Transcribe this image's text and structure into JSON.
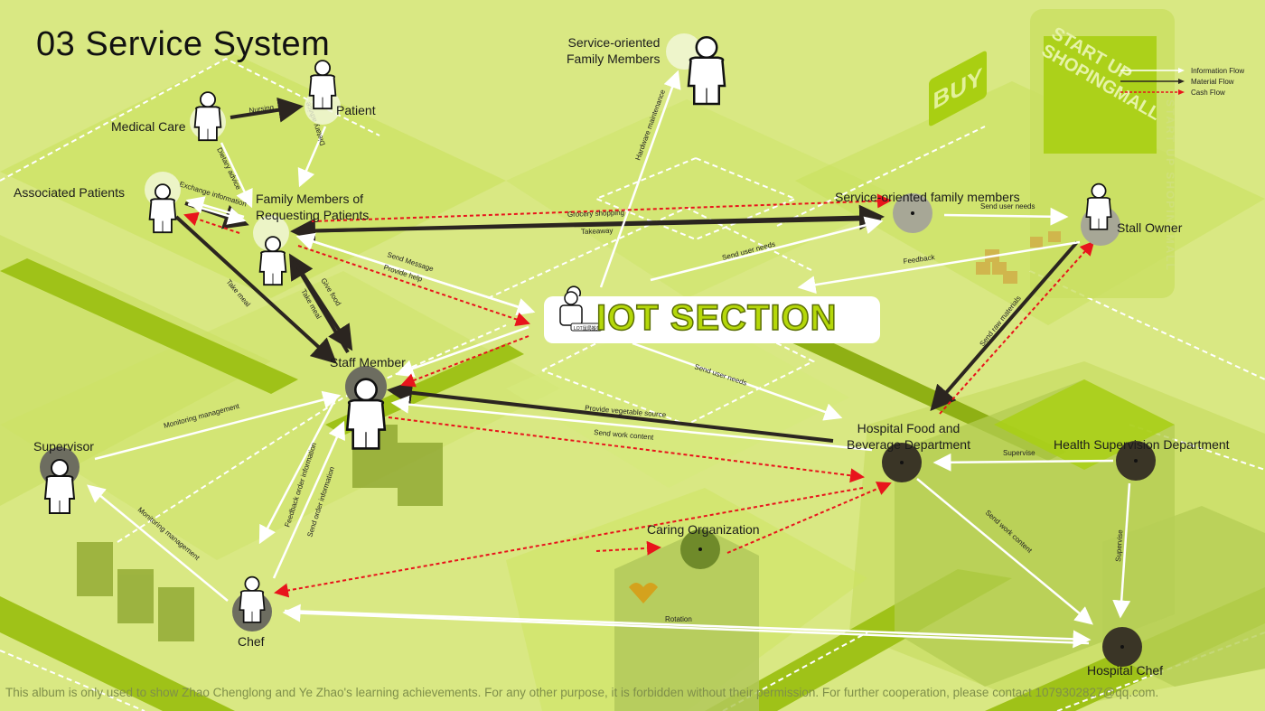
{
  "title": "03 Service System",
  "legend": [
    {
      "label": "Information Flow",
      "color": "#ffffff",
      "style": "solid"
    },
    {
      "label": "Material Flow",
      "color": "#2b2520",
      "style": "solid"
    },
    {
      "label": "Cash Flow",
      "color": "#e8141c",
      "style": "dashed"
    }
  ],
  "center": {
    "label": "IOT SECTION",
    "badge": "LOT鼠局搬务"
  },
  "decor": {
    "buy_sign": "BUY",
    "mall_sign_1": "START UP",
    "mall_sign_2": "SHOPINGMALL",
    "mall_vertical": "START UP SHOPINGMALL"
  },
  "nodes": {
    "medical_care": "Medical Care",
    "patient": "Patient",
    "associated_patients": "Associated Patients",
    "family_requesting_1": "Family Members of",
    "family_requesting_2": "Requesting Patients",
    "service_family_1": "Service-oriented",
    "service_family_2": "Family Members",
    "service_family_members": "Service-oriented family members",
    "stall_owner": "Stall Owner",
    "staff_member": "Staff Member",
    "supervisor": "Supervisor",
    "chef": "Chef",
    "hospital_fb_1": "Hospital Food and",
    "hospital_fb_2": "Beverage Department",
    "health_supervision": "Health Supervision Department",
    "caring_org": "Caring Organization",
    "hospital_chef": "Hospital Chef"
  },
  "flows": {
    "nursing": "Nursing",
    "dietary_advice_1": "Dietary advice",
    "dietary_advice_2": "Dietary advice",
    "exchange_information": "Exchange information",
    "take_meal_1": "Take meal",
    "take_meal_2": "Take meal",
    "give_food": "Give food",
    "send_message": "Send Message",
    "provide_help": "Provide help",
    "grocery_shopping": "Grocery shopping",
    "takeaway": "Takeaway",
    "hardware_maintenance": "Hardware maintenance",
    "send_user_needs_1": "Send user needs",
    "send_user_needs_2": "Send user needs",
    "send_user_needs_3": "Send user needs",
    "feedback": "Feedback",
    "send_raw_materials": "Send raw materials",
    "provide_vegetable_source": "Provide vegetable source",
    "send_work_content_1": "Send work content",
    "send_work_content_2": "Send work content",
    "monitoring_management_1": "Monitoring management",
    "monitoring_management_2": "Monitoring management",
    "feedback_order_information": "Feedback order information",
    "send_order_information": "Send order information",
    "supervise_1": "Supervise",
    "supervise_2": "Supervise",
    "rotation": "Rotation"
  },
  "footer": "This album is only used to show Zhao Chenglong and Ye Zhao's learning achievements. For any other purpose, it is forbidden without their permission. For further cooperation, please contact 1079302827@qq.com."
}
